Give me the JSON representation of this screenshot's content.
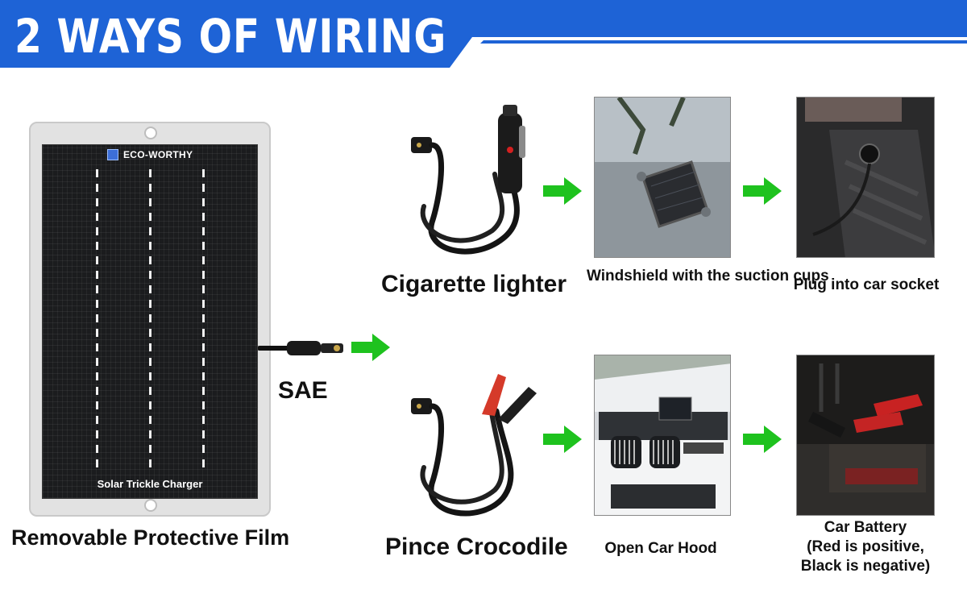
{
  "header": {
    "title": "2 WAYS OF WIRING",
    "color": "#1e63d6"
  },
  "panel": {
    "brand": "ECO-WORTHY",
    "label": "Solar Trickle Charger",
    "caption": "Removable Protective Film"
  },
  "connector": {
    "label": "SAE"
  },
  "methods": [
    {
      "name": "Cigarette lighter",
      "steps": [
        {
          "caption": "Windshield with the suction cups",
          "icon": "windshield-photo"
        },
        {
          "caption": "Plug into car socket",
          "icon": "car-socket-photo"
        }
      ]
    },
    {
      "name": "Pince Crocodile",
      "steps": [
        {
          "caption": "Open Car Hood",
          "icon": "car-hood-photo"
        },
        {
          "caption_lines": [
            "Car Battery",
            "(Red is positive,",
            "Black is negative)"
          ],
          "icon": "car-battery-photo"
        }
      ]
    }
  ],
  "colors": {
    "arrow": "#1ec21e",
    "panel_cell": "#1b1c1e",
    "frame": "#e2e2e2"
  }
}
